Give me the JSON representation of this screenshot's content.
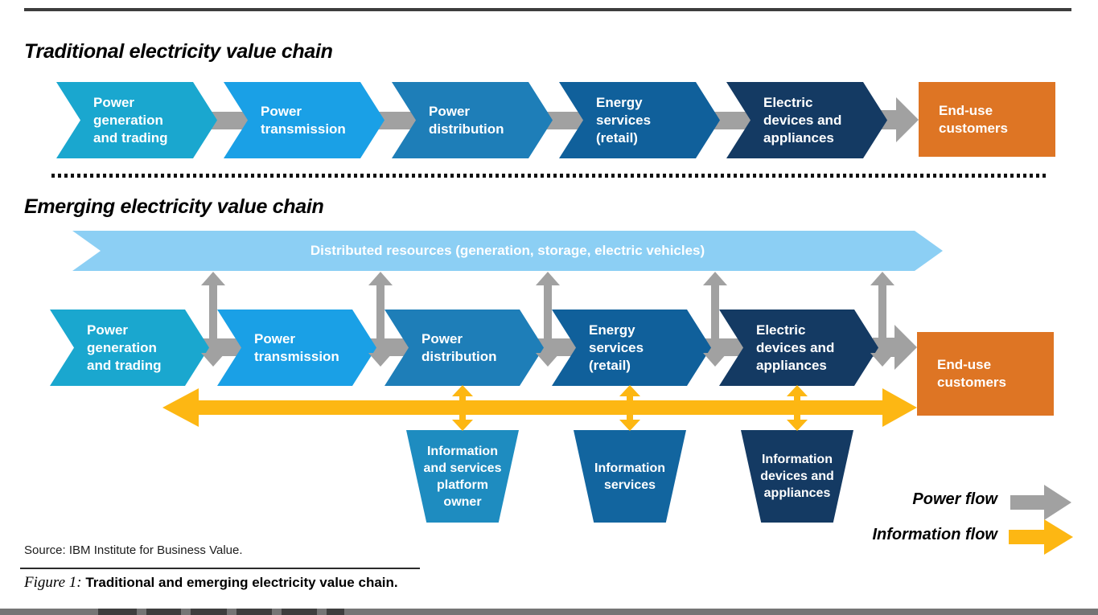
{
  "page": {
    "titles": {
      "traditional": "Traditional electricity value chain",
      "emerging": "Emerging electricity value chain"
    },
    "source_line": "Source: IBM Institute for Business Value.",
    "caption": {
      "label": "Figure 1:",
      "text": "Traditional and emerging electricity value chain."
    }
  },
  "stages": [
    {
      "id": "power-generation",
      "label": "Power\ngeneration\nand trading",
      "color": "#1AA7CF"
    },
    {
      "id": "power-transmission",
      "label": "Power\ntransmission",
      "color": "#1AA0E6"
    },
    {
      "id": "power-distribution",
      "label": "Power\ndistribution",
      "color": "#1E7EB8"
    },
    {
      "id": "energy-services",
      "label": "Energy\nservices\n(retail)",
      "color": "#10609B"
    },
    {
      "id": "electric-devices",
      "label": "Electric\ndevices and\nappliances",
      "color": "#143A63"
    }
  ],
  "end_use": {
    "label": "End-use\ncustomers",
    "color": "#DE7524"
  },
  "distributed_band": {
    "label": "Distributed resources (generation, storage, electric vehicles)",
    "color": "#8CCFF4"
  },
  "trapezoids": [
    {
      "label": "Information\nand services\nplatform\nowner",
      "color": "#1E8CC0"
    },
    {
      "label": "Information\nservices",
      "color": "#12659F"
    },
    {
      "label": "Information\ndevices and\nappliances",
      "color": "#143A63"
    }
  ],
  "legend": {
    "power_flow": {
      "label": "Power flow",
      "color": "#A1A1A1"
    },
    "information_flow": {
      "label": "Information flow",
      "color": "#FDB713"
    }
  }
}
